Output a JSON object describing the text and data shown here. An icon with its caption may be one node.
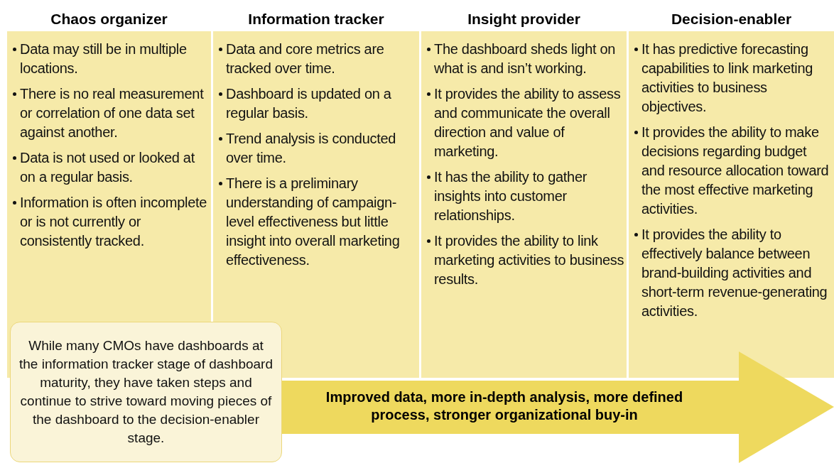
{
  "diagram": {
    "nodes": [
      {
        "text": [
          "Chaos organizer",
          "Data may still be in multiple locations.",
          "There is no real measurement or correlation of one data set against another.",
          "Data is not used or looked at on a regular basis.",
          "Information is often incomplete or is not currently or consistently tracked."
        ]
      },
      {
        "text": [
          "Information tracker",
          "Data and core metrics are tracked over time.",
          "Dashboard is updated on a regular basis.",
          "Trend analysis is conducted over time.",
          "There is a preliminary understanding of campaign-level effectiveness but little insight into overall marketing effectiveness."
        ]
      },
      {
        "text": [
          "Insight provider",
          "The dashboard sheds light on what is and isn’t working.",
          "It provides the ability to assess and communicate the overall direction and value of marketing.",
          "It has the ability to gather insights into customer relationships.",
          "It provides the ability to link marketing activities to business results."
        ]
      },
      {
        "text": [
          "Decision-enabler",
          "It has predictive forecasting capabilities to link marketing activities to business objectives.",
          "It provides the ability to make decisions regarding budget and resource allocation toward the most effective marketing activities.",
          "It provides the ability to effectively balance between brand-building activities and short-term revenue-generating activities."
        ]
      },
      {
        "text": [
          "While many CMOs have dashboards at the information tracker stage of dashboard maturity, they have taken steps and continue to strive toward moving pieces of the dashboard to the decision-enabler stage."
        ]
      },
      {
        "text": [
          "Improved data, more in-depth analysis, more defined process, stronger organizational buy-in"
        ]
      }
    ]
  }
}
